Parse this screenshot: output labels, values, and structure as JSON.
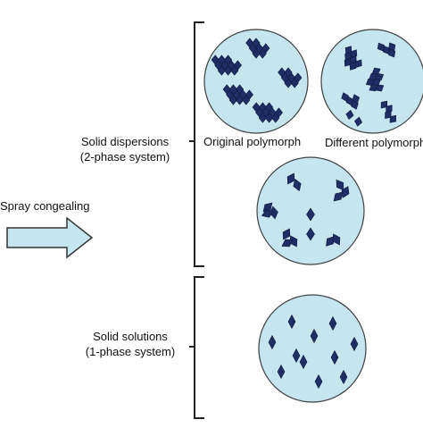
{
  "input_label": "Spray congealing",
  "groups": [
    {
      "title_line1": "Solid dispersions",
      "title_line2": "(2-phase system)"
    },
    {
      "title_line1": "Solid solutions",
      "title_line2": "(1-phase system)"
    }
  ],
  "circles": [
    {
      "label": "Original polymorph",
      "pattern": "clustered-lattice"
    },
    {
      "label": "Different polymorph",
      "pattern": "clustered-rotated"
    },
    {
      "label": "",
      "pattern": "dispersed-pairs"
    },
    {
      "label": "",
      "pattern": "single-molecules"
    }
  ],
  "colors": {
    "circle_fill": "#c6e6ef",
    "circle_stroke": "#3f3f3f",
    "crystal": "#1e2f66",
    "crystal_dark": "#101a40",
    "arrow_fill": "#c6e6ef",
    "line": "#222222"
  }
}
